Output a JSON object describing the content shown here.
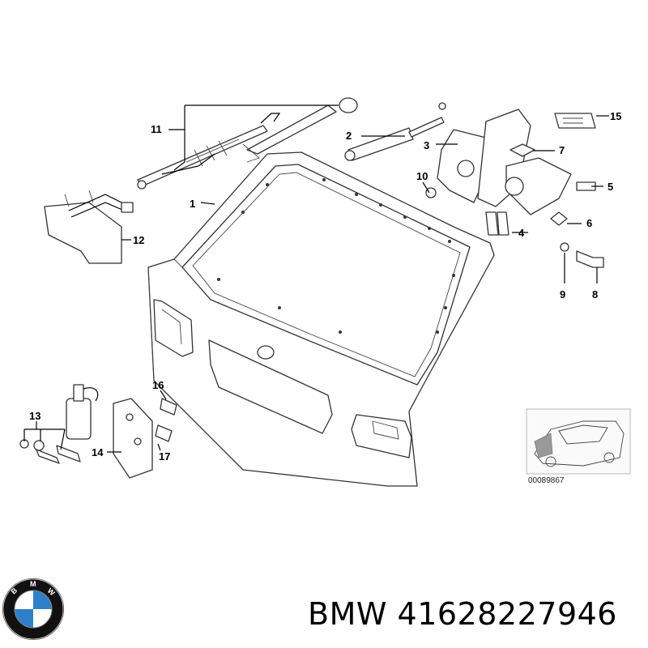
{
  "diagram": {
    "callouts": [
      "1",
      "2",
      "3",
      "4",
      "5",
      "6",
      "7",
      "8",
      "9",
      "10",
      "11",
      "12",
      "13",
      "14",
      "15",
      "16",
      "17"
    ],
    "reference_code": "00089867"
  },
  "brand": {
    "name": "BMW",
    "part_number": "41628227946",
    "logo_letters": "BMW",
    "colors": {
      "blue": "#2f7fc8",
      "black": "#111111",
      "white": "#ffffff"
    }
  }
}
